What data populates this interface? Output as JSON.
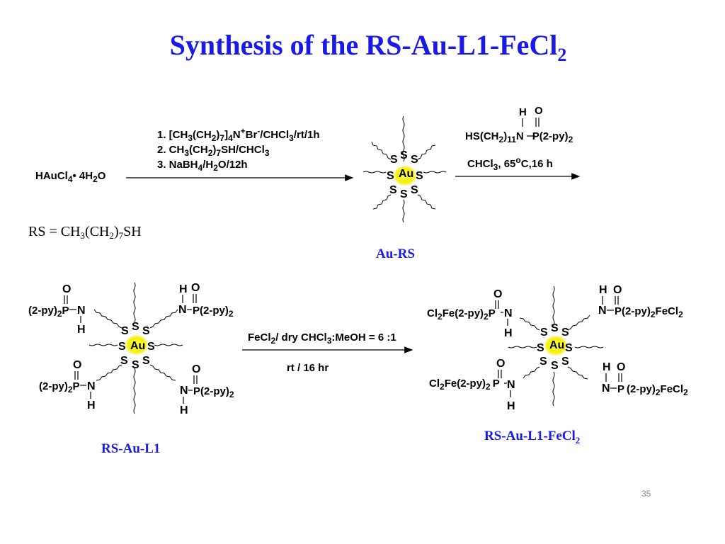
{
  "slide": {
    "title_main": "Synthesis of the RS-Au-L1-FeCl",
    "title_sub": "2",
    "page_number": "35",
    "accent_color": "#1a1ae6"
  },
  "step1": {
    "reactant": [
      "HAuCl",
      "4",
      "• 4H",
      "2",
      "O"
    ],
    "conditions": [
      [
        "1. [CH",
        "3",
        "(CH",
        "2",
        ")",
        "7",
        "]",
        "4",
        "N",
        "+",
        "Br",
        "-",
        "/CHCl",
        "3",
        "/rt/1h"
      ],
      [
        "2. CH",
        "3",
        "(CH",
        "2",
        ")",
        "7",
        "SH/CHCl",
        "3"
      ],
      [
        "3. NaBH",
        "4",
        "/H",
        "2",
        "O/12h"
      ]
    ],
    "rs_definition": [
      "RS = CH",
      "3",
      "(CH",
      "2",
      ")",
      "7",
      "SH"
    ],
    "product_label": "Au-RS"
  },
  "step2": {
    "reagent_line": [
      "HS(CH",
      "2",
      ")",
      "11",
      "N",
      "P(2-py)",
      "2"
    ],
    "reagent_H": "H",
    "reagent_O": "O",
    "conditions": [
      "CHCl",
      "3",
      ", 65",
      "o",
      "C,16 h"
    ]
  },
  "step3": {
    "conditions": [
      "FeCl",
      "2",
      "/ dry CHCl",
      "3",
      ":MeOH = 6 :1"
    ],
    "time": "rt / 16 hr",
    "reactant_label": "RS-Au-L1",
    "product_label": "RS-Au-L1-FeCl",
    "product_label_sub": "2"
  },
  "atoms": {
    "gold": "Au",
    "sulfur": "S",
    "nitrogen": "N",
    "phosphorus": "P",
    "oxygen": "O",
    "hydrogen": "H"
  },
  "ligand": {
    "py_group": "(2-py)",
    "py_count": "2",
    "fe_group": "FeCl",
    "fe_count": "2",
    "cl_group": "Cl",
    "cl_count": "2",
    "fe_prefix": "Fe(2-py)"
  },
  "colors": {
    "gold_core": "#f5f000",
    "title": "#1a1ae6"
  }
}
